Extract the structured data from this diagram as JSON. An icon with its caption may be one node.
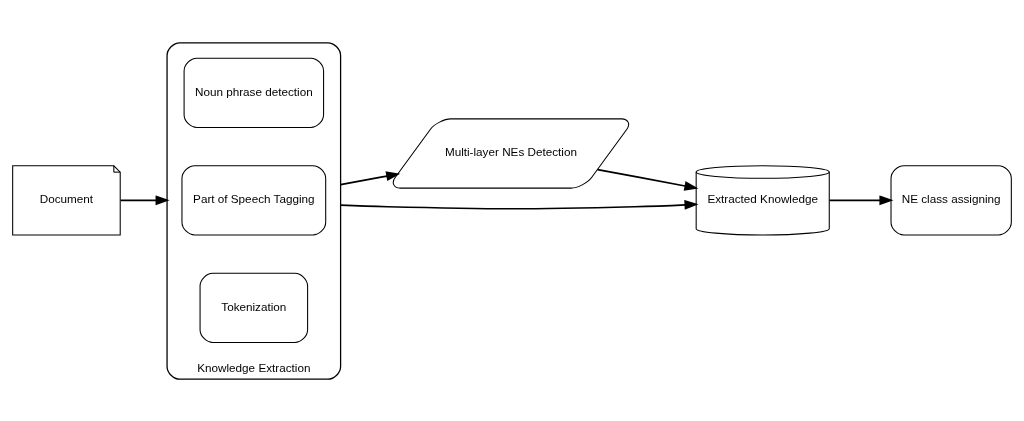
{
  "diagram": {
    "nodes": [
      {
        "text": [
          "Document"
        ]
      },
      {
        "text": [
          "Knowledge Extraction"
        ]
      },
      {
        "text": [
          "Tokenization"
        ],
        "in": 1
      },
      {
        "text": [
          "Part of Speech Tagging"
        ],
        "in": 1
      },
      {
        "text": [
          "Noun phrase detection"
        ],
        "in": 1
      },
      {
        "text": [
          "Multi-layer NEs Detection"
        ]
      },
      {
        "text": [
          "Extracted Knowledge"
        ]
      },
      {
        "text": [
          "NE class assigning"
        ]
      }
    ],
    "edges": [
      {
        "from": 0,
        "to": 1,
        "arrow": "to"
      },
      {
        "from": 1,
        "to": 5,
        "arrow": "to"
      },
      {
        "from": 1,
        "to": 6,
        "arrow": "to"
      },
      {
        "from": 5,
        "to": 6,
        "arrow": "to"
      },
      {
        "from": 6,
        "to": 7,
        "arrow": "to"
      }
    ]
  }
}
